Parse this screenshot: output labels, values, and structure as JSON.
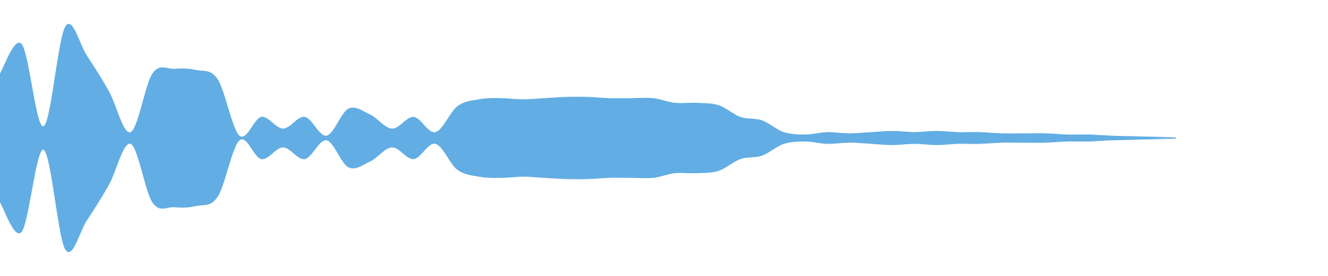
{
  "waveform": {
    "color": "#62ADE3",
    "background": "#ffffff",
    "peaks": [
      0.55,
      0.8,
      0.1,
      0.95,
      0.7,
      0.4,
      0.05,
      0.55,
      0.59,
      0.58,
      0.5,
      0.02,
      0.18,
      0.08,
      0.18,
      0.02,
      0.25,
      0.2,
      0.08,
      0.18,
      0.05,
      0.27,
      0.33,
      0.34,
      0.33,
      0.34,
      0.35,
      0.35,
      0.34,
      0.34,
      0.34,
      0.3,
      0.3,
      0.28,
      0.18,
      0.15,
      0.05,
      0.03,
      0.05,
      0.04,
      0.05,
      0.06,
      0.05,
      0.06,
      0.05,
      0.05,
      0.04,
      0.04,
      0.04,
      0.03,
      0.03,
      0.02,
      0.015,
      0.01,
      0.005
    ]
  }
}
